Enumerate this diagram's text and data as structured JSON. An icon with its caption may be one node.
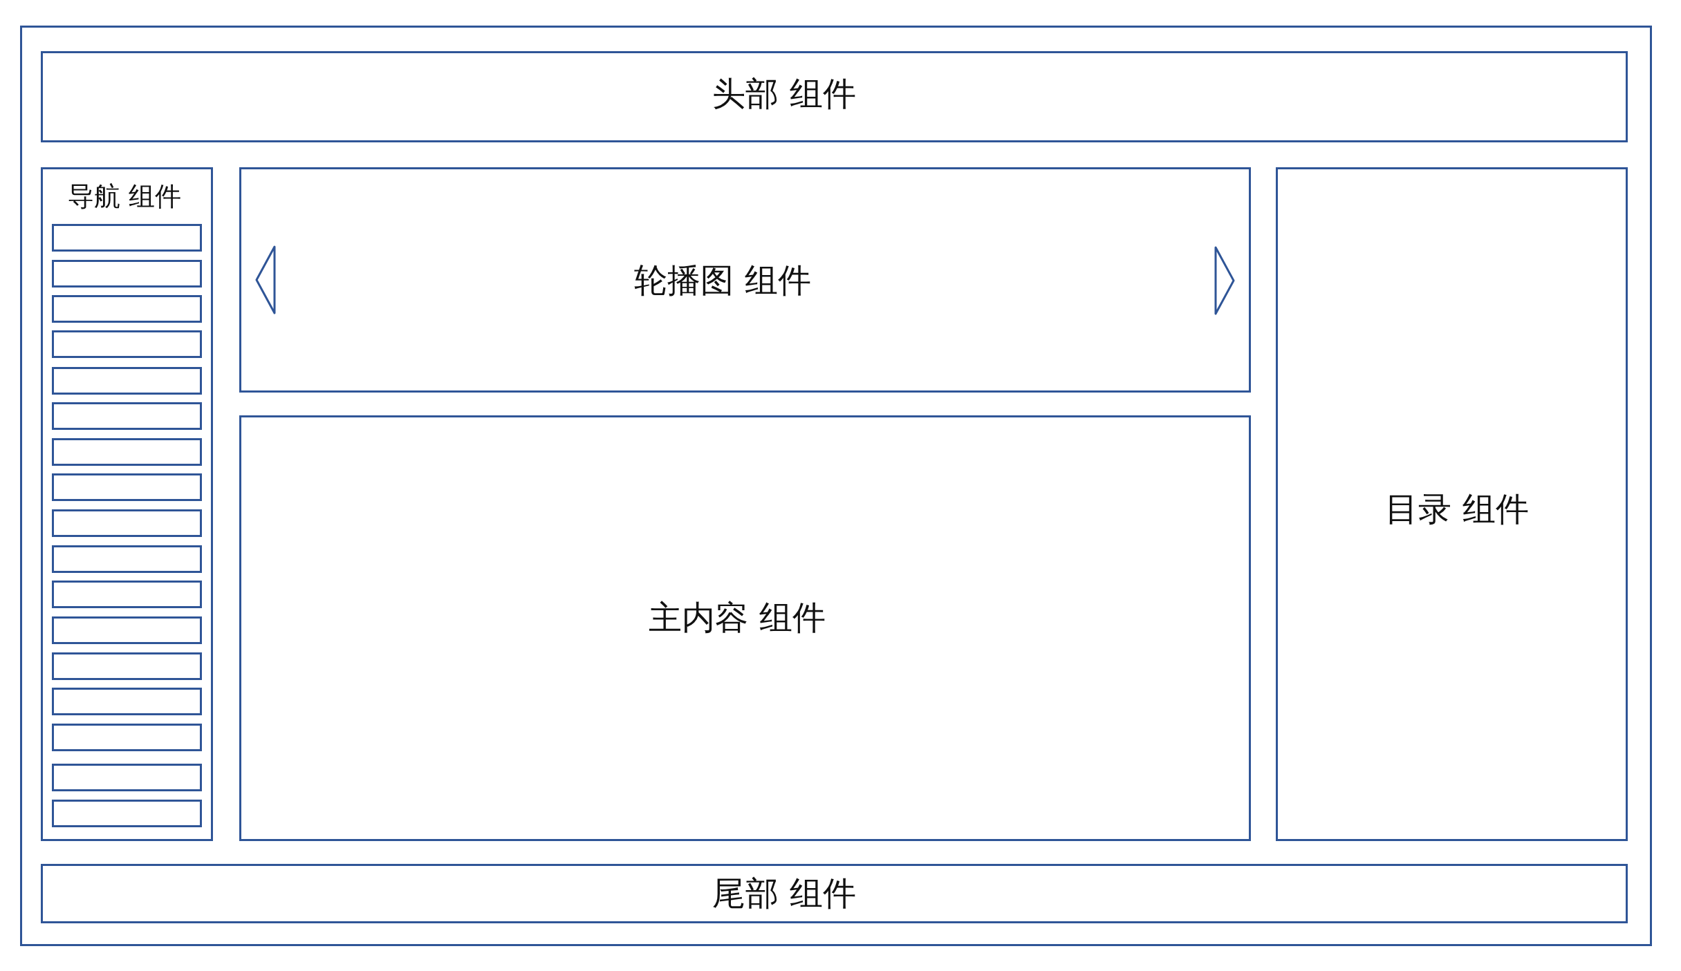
{
  "diagram": {
    "nodes": [
      {
        "text": [],
        "shape": "box"
      },
      {
        "text": [
          "头部 组件"
        ],
        "in": 0
      },
      {
        "text": [
          "导航 组件"
        ],
        "in": 0
      },
      {
        "text": [],
        "shape": "box",
        "in": 2
      },
      {
        "text": [],
        "shape": "box",
        "in": 2
      },
      {
        "text": [],
        "shape": "box",
        "in": 2
      },
      {
        "text": [],
        "shape": "box",
        "in": 2
      },
      {
        "text": [],
        "shape": "box",
        "in": 2
      },
      {
        "text": [],
        "shape": "box",
        "in": 2
      },
      {
        "text": [],
        "shape": "box",
        "in": 2
      },
      {
        "text": [],
        "shape": "box",
        "in": 2
      },
      {
        "text": [],
        "shape": "box",
        "in": 2
      },
      {
        "text": [],
        "shape": "box",
        "in": 2
      },
      {
        "text": [],
        "shape": "box",
        "in": 2
      },
      {
        "text": [],
        "shape": "box",
        "in": 2
      },
      {
        "text": [],
        "shape": "box",
        "in": 2
      },
      {
        "text": [],
        "shape": "box",
        "in": 2
      },
      {
        "text": [],
        "shape": "box",
        "in": 2
      },
      {
        "text": [],
        "shape": "box",
        "in": 2
      },
      {
        "text": [],
        "shape": "box",
        "in": 2
      },
      {
        "text": [
          "轮播图 组件"
        ],
        "in": 0
      },
      {
        "text": [
          "主内容 组件"
        ],
        "in": 0
      },
      {
        "text": [
          "目录 组件"
        ],
        "in": 0
      },
      {
        "text": [
          "尾部 组件"
        ],
        "in": 0
      }
    ]
  }
}
